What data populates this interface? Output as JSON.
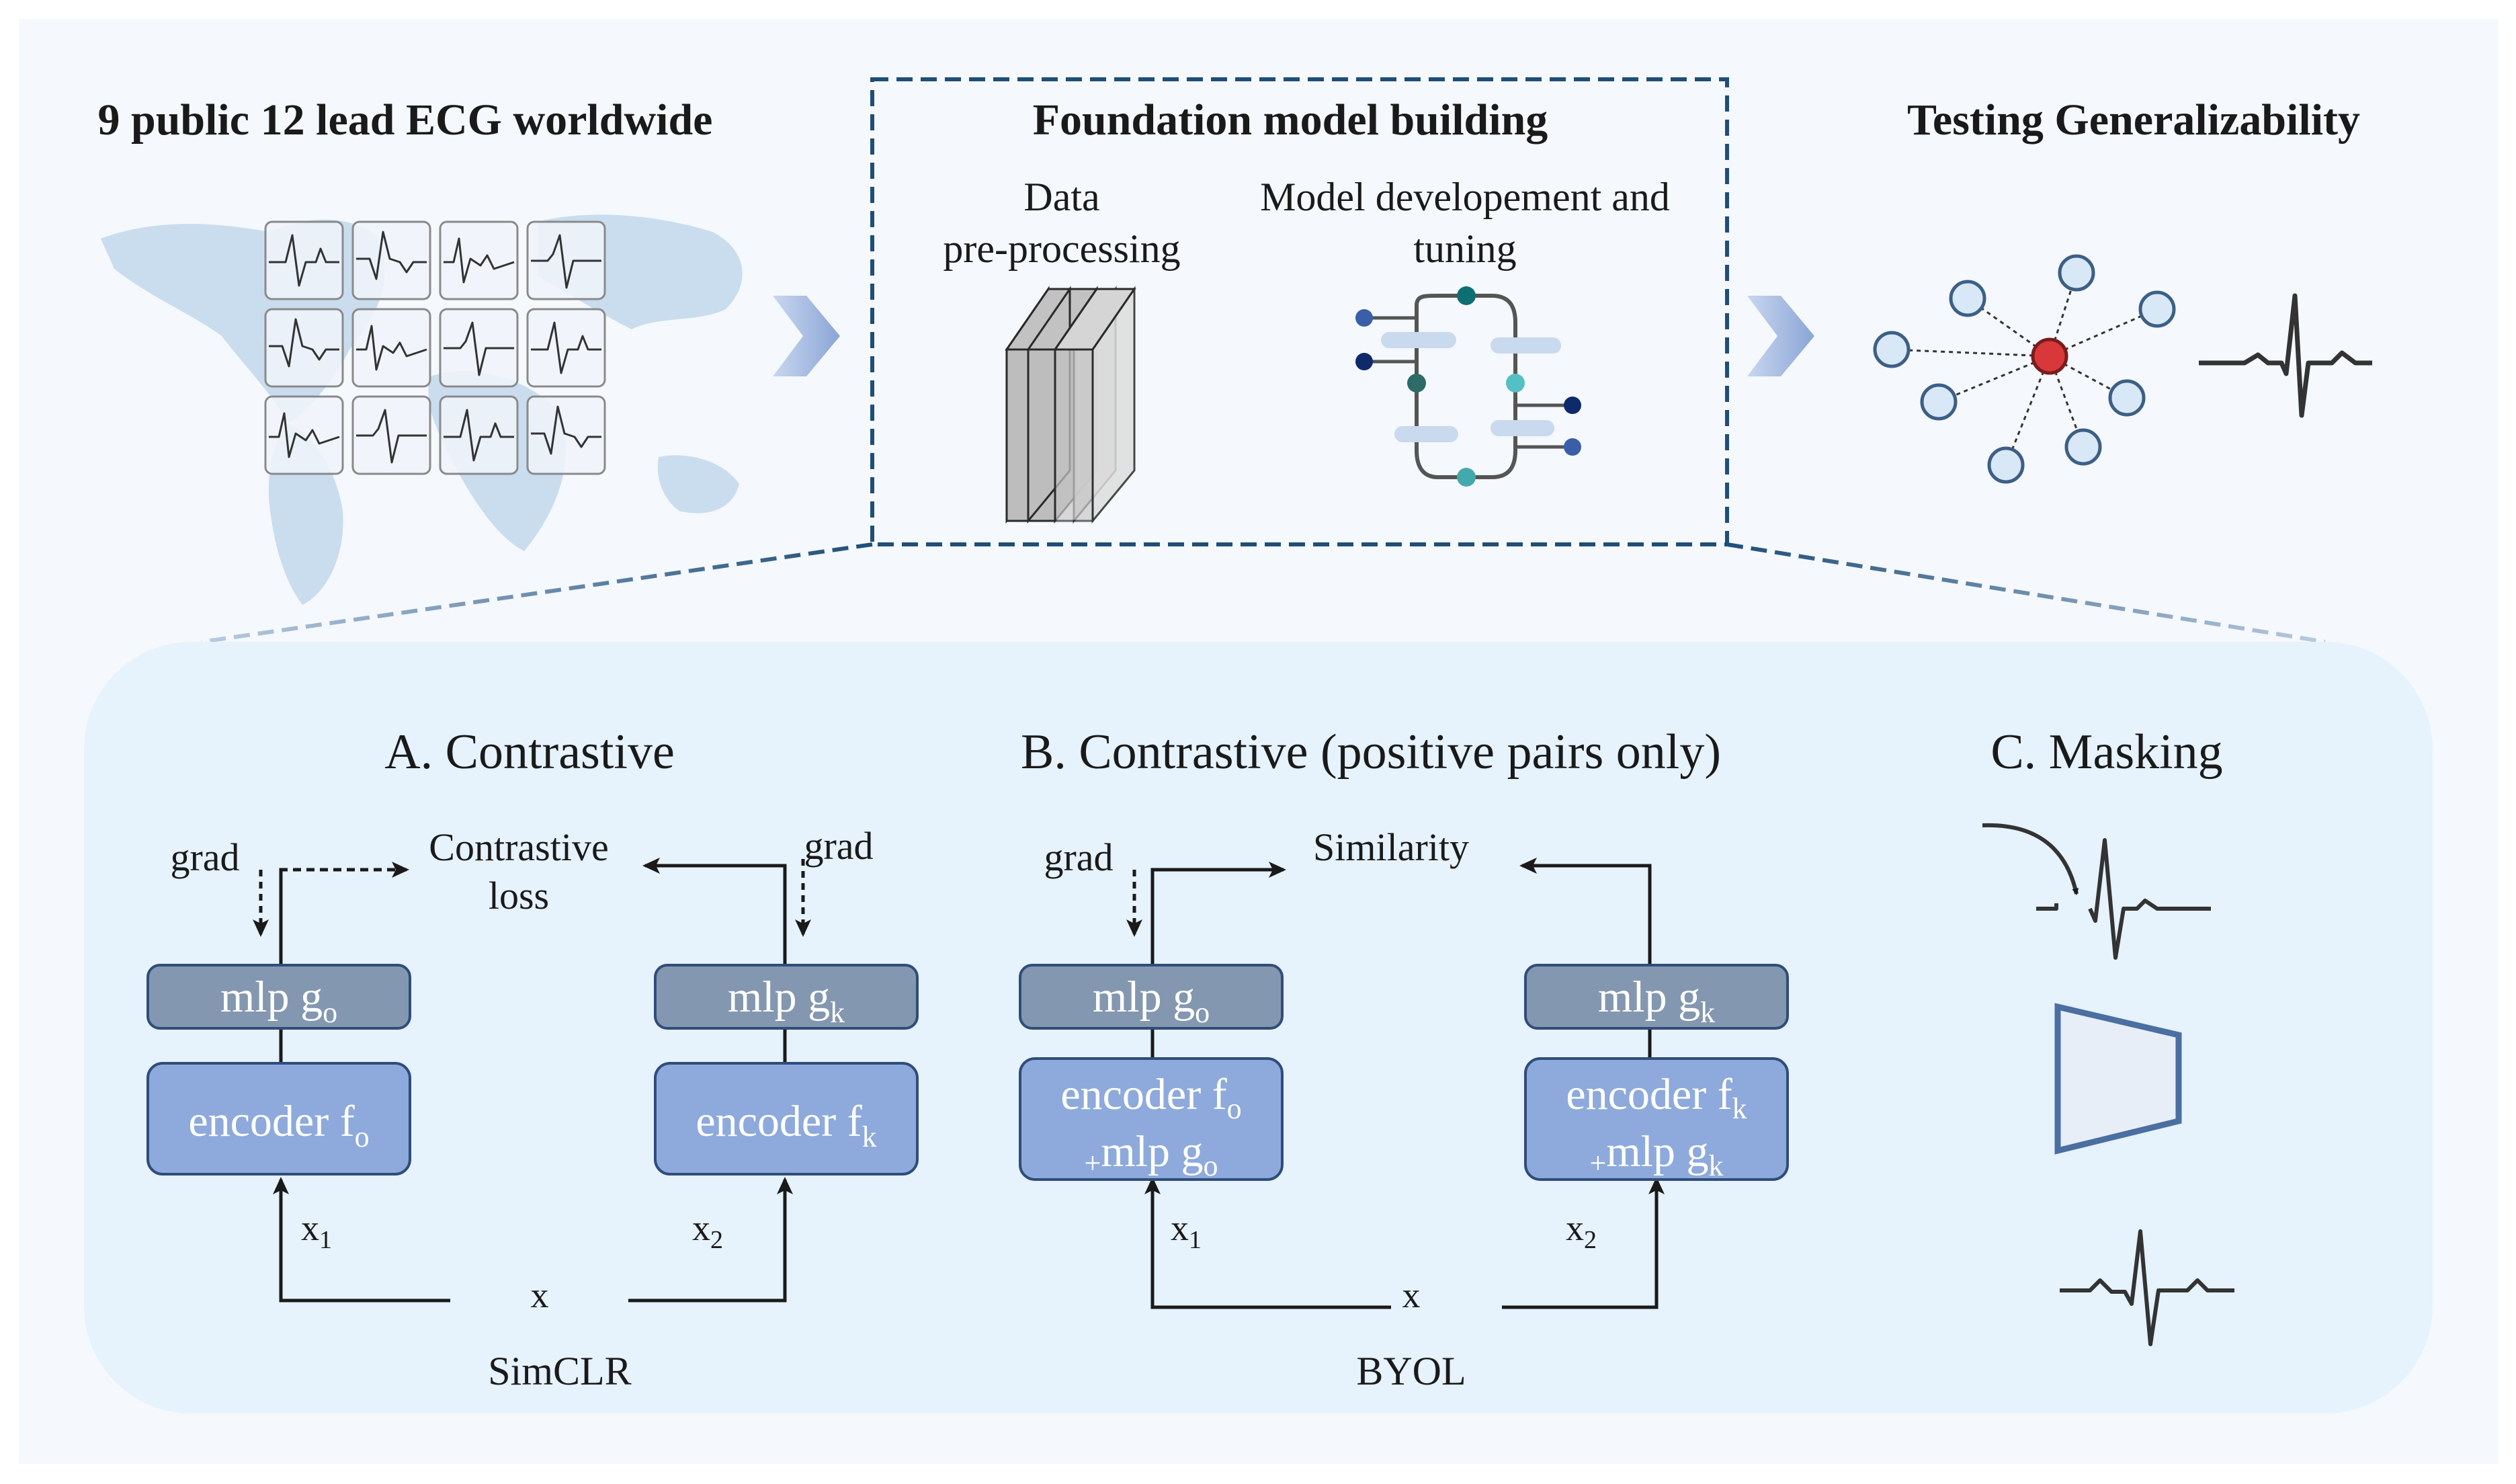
{
  "top": {
    "left_title": "9 public 12 lead ECG worldwide",
    "center_title": "Foundation model building",
    "preprocessing_label": [
      "Data",
      "pre-processing"
    ],
    "model_dev_label": [
      "Model developement and",
      "tuning"
    ],
    "right_title": "Testing Generalizability"
  },
  "panel_a": {
    "title": "A. Contrastive",
    "loss_label": [
      "Contrastive",
      "loss"
    ],
    "grad_left": "grad",
    "grad_right": "grad",
    "mlp_left": {
      "base": "mlp g",
      "sub": "o"
    },
    "mlp_right": {
      "base": "mlp g",
      "sub": "k"
    },
    "encoder_left": {
      "base": "encoder f",
      "sub": "o"
    },
    "encoder_right": {
      "base": "encoder f",
      "sub": "k"
    },
    "x1": {
      "base": "x",
      "sub": "1"
    },
    "x2": {
      "base": "x",
      "sub": "2"
    },
    "x": "x",
    "method": "SimCLR"
  },
  "panel_b": {
    "title": "B. Contrastive (positive pairs only)",
    "similarity": "Similarity",
    "grad": "grad",
    "mlp_left": {
      "base": "mlp g",
      "sub": "o"
    },
    "mlp_right": {
      "base": "mlp g",
      "sub": "k"
    },
    "encoder_left": {
      "line1_base": "encoder f",
      "line1_sub": "o",
      "line2_pre": "+",
      "line2_base": "mlp g",
      "line2_sub": "o"
    },
    "encoder_right": {
      "line1_base": "encoder f",
      "line1_sub": "k",
      "line2_pre": "+",
      "line2_base": "mlp g",
      "line2_sub": "k"
    },
    "x1": {
      "base": "x",
      "sub": "1"
    },
    "x2": {
      "base": "x",
      "sub": "2"
    },
    "x": "x",
    "method": "BYOL"
  },
  "panel_c": {
    "title": "C. Masking"
  },
  "colors": {
    "background_panel": "#f5f8fc",
    "lower_panel": "#e6f2fc",
    "dashed_box": "#1f4e79",
    "mlp_box": "#8497b0",
    "encoder_box": "#8eaadc",
    "box_border": "#2f4d7a",
    "arrow_chevron": "#8fa8d8",
    "center_node": "#d9383a",
    "outer_node": "#d6e6f5",
    "map": "#c5d9ec"
  },
  "icons": [
    "world-map",
    "ecg-grid",
    "data-layers-icon",
    "model-pipeline-icon",
    "network-graph-icon",
    "ecg-waveform-icon",
    "masked-ecg-icon",
    "trapezoid-encoder-icon"
  ]
}
